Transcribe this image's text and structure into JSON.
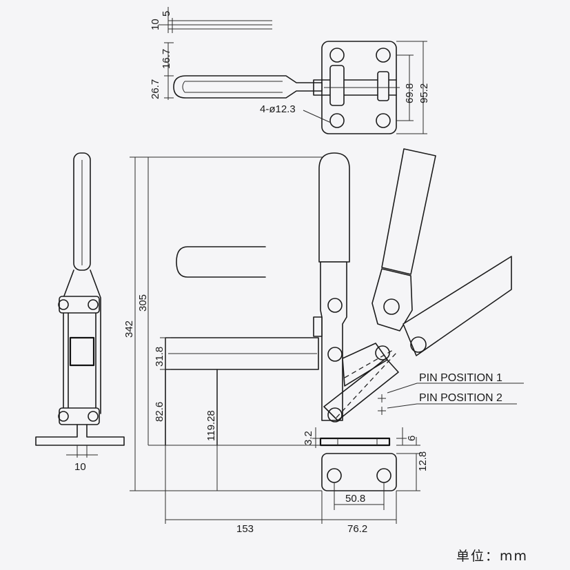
{
  "dimensions": {
    "top_thickness": "10",
    "top_step": "5",
    "handle_grip": "16.7",
    "handle_width": "26.7",
    "holes": "4-ø12.3",
    "hole_spacing": "69.8",
    "base_width": "95.2",
    "overall_height": "342",
    "open_height": "305",
    "spindle": "31.8",
    "bar_height": "82.6",
    "pin_height": "119.28",
    "base_thickness": "3.2",
    "base_offset": "6",
    "base_edge": "12.8",
    "hole_center": "50.8",
    "base_length": "76.2",
    "reach": "153",
    "side_width": "10"
  },
  "labels": {
    "pin_position_1": "PIN POSITION 1",
    "pin_position_2": "PIN POSITION 2"
  },
  "unit": "单位：mm"
}
